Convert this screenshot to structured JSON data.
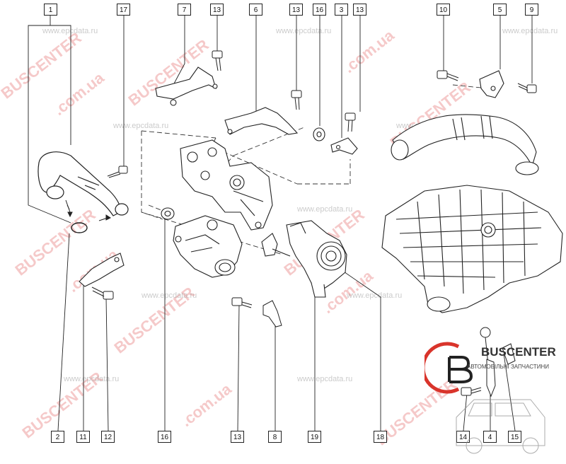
{
  "callouts": [
    {
      "id": "c1",
      "label": "1"
    },
    {
      "id": "c17",
      "label": "17"
    },
    {
      "id": "c7",
      "label": "7"
    },
    {
      "id": "c13a",
      "label": "13"
    },
    {
      "id": "c6",
      "label": "6"
    },
    {
      "id": "c13b",
      "label": "13"
    },
    {
      "id": "c16a",
      "label": "16"
    },
    {
      "id": "c3",
      "label": "3"
    },
    {
      "id": "c13c",
      "label": "13"
    },
    {
      "id": "c10",
      "label": "10"
    },
    {
      "id": "c5",
      "label": "5"
    },
    {
      "id": "c9",
      "label": "9"
    },
    {
      "id": "c2",
      "label": "2"
    },
    {
      "id": "c11",
      "label": "11"
    },
    {
      "id": "c12",
      "label": "12"
    },
    {
      "id": "c16b",
      "label": "16"
    },
    {
      "id": "c13d",
      "label": "13"
    },
    {
      "id": "c8",
      "label": "8"
    },
    {
      "id": "c19",
      "label": "19"
    },
    {
      "id": "c18",
      "label": "18"
    },
    {
      "id": "c14",
      "label": "14"
    },
    {
      "id": "c4",
      "label": "4"
    },
    {
      "id": "c15",
      "label": "15"
    }
  ],
  "watermarks": {
    "buscenter": "BUSCENTER",
    "domain": ".com.ua",
    "epc": "www.epcdata.ru"
  },
  "logo": {
    "name": "BUSCENTER",
    "tagline": "АВТОМОБІЛЬНІ ЗАПЧАСТИНИ",
    "accent_color": "#d9342b"
  }
}
